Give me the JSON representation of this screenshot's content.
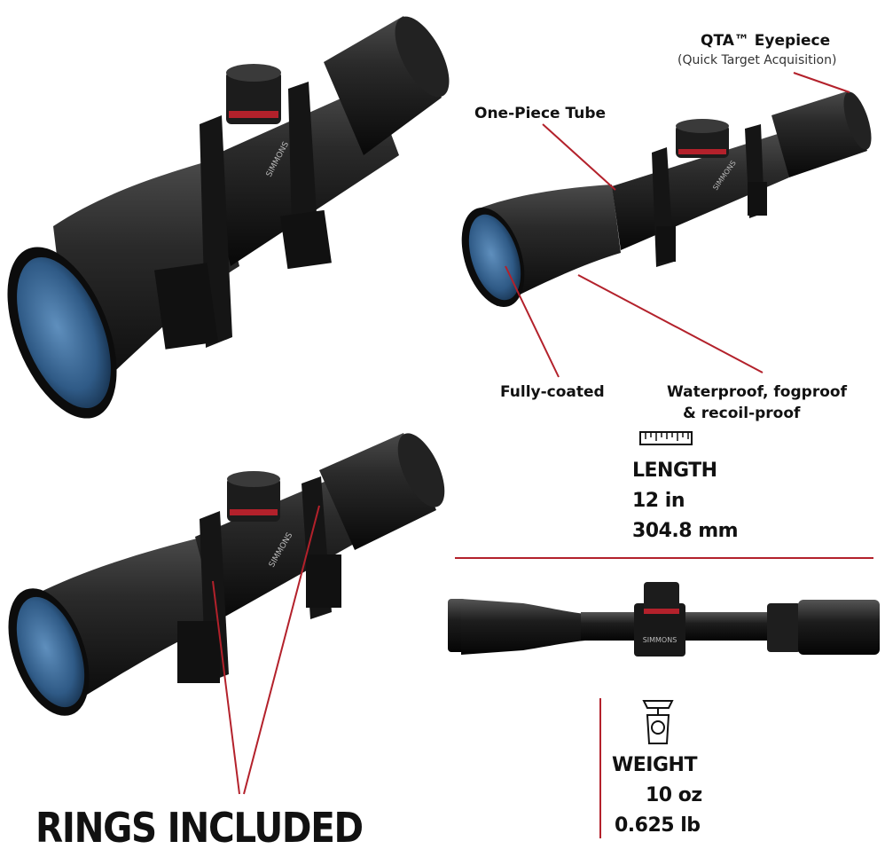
{
  "callouts": {
    "eyepiece_title": "QTA™ Eyepiece",
    "eyepiece_sub": "(Quick Target Acquisition)",
    "tube": "One-Piece Tube",
    "coated": "Fully-coated",
    "waterproof_line1": "Waterproof, fogproof",
    "waterproof_line2": "& recoil-proof"
  },
  "specs": {
    "length_label": "LENGTH",
    "length_in": "12 in",
    "length_mm": "304.8 mm",
    "weight_label": "WEIGHT",
    "weight_oz": "10 oz",
    "weight_lb": "0.625 lb"
  },
  "rings_text": "RINGS INCLUDED",
  "brand": "SIMMONS",
  "colors": {
    "accent_line": "#b3212b",
    "scope_body": "#1a1a1a",
    "lens": "#3f6f9a"
  },
  "icons": [
    "ruler-icon",
    "scale-icon"
  ]
}
